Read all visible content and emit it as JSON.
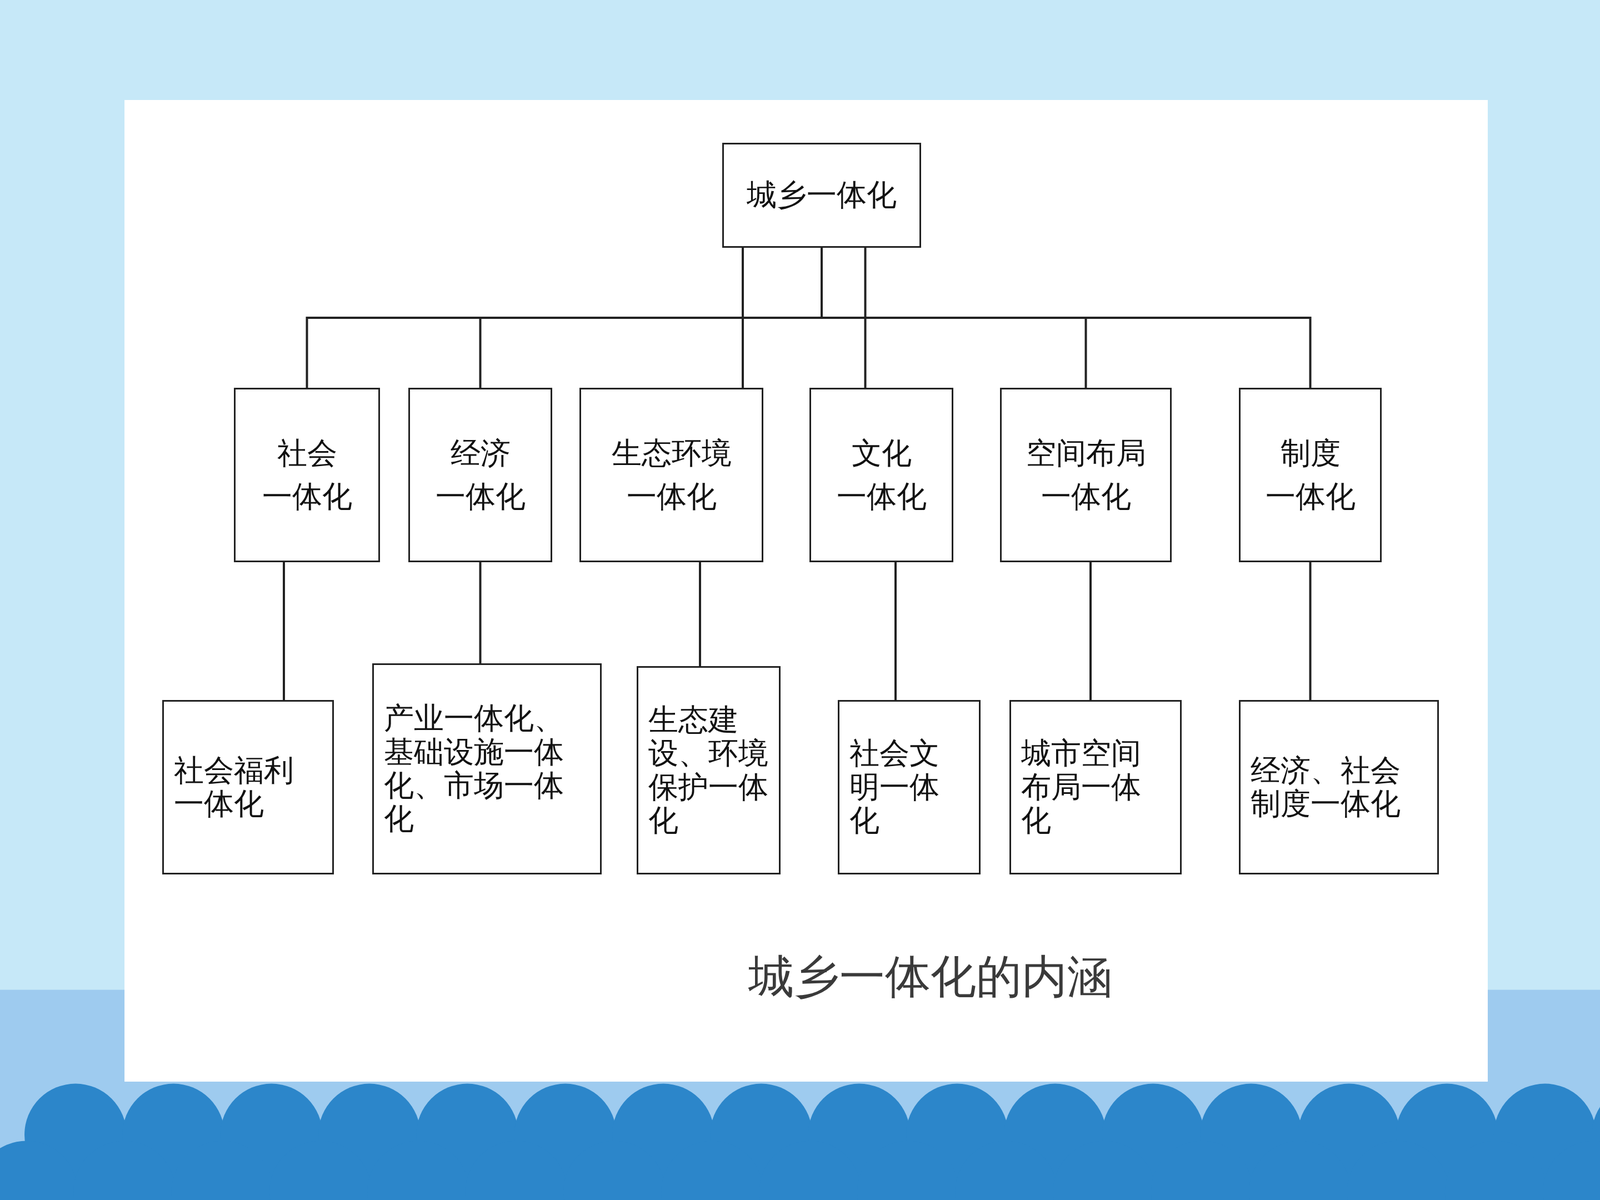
{
  "diagram": {
    "caption": "城乡一体化的内涵",
    "nodes": [
      {
        "text": [
          "城乡一体化"
        ]
      },
      {
        "text": [
          "社会 一体化"
        ]
      },
      {
        "text": [
          "经济 一体化"
        ]
      },
      {
        "text": [
          "生态环境 一体化"
        ]
      },
      {
        "text": [
          "文化 一体化"
        ]
      },
      {
        "text": [
          "空间布局 一体化"
        ]
      },
      {
        "text": [
          "制度 一体化"
        ]
      },
      {
        "text": [
          "社会福利 一体化"
        ]
      },
      {
        "text": [
          "产业一体化、基础设施一体化、市场一体化"
        ]
      },
      {
        "text": [
          "生态建设、环境保护一体化"
        ]
      },
      {
        "text": [
          "社会文明一体化"
        ]
      },
      {
        "text": [
          "城市空间布局一体化"
        ]
      },
      {
        "text": [
          "经济、社会 制度一体化"
        ]
      }
    ],
    "edges": [
      {
        "from": 0,
        "to": 1,
        "arrow": "none"
      },
      {
        "from": 0,
        "to": 2,
        "arrow": "none"
      },
      {
        "from": 0,
        "to": 3,
        "arrow": "none"
      },
      {
        "from": 0,
        "to": 4,
        "arrow": "none"
      },
      {
        "from": 0,
        "to": 5,
        "arrow": "none"
      },
      {
        "from": 0,
        "to": 6,
        "arrow": "none"
      },
      {
        "from": 1,
        "to": 7,
        "arrow": "none"
      },
      {
        "from": 2,
        "to": 8,
        "arrow": "none"
      },
      {
        "from": 3,
        "to": 9,
        "arrow": "none"
      },
      {
        "from": 4,
        "to": 10,
        "arrow": "none"
      },
      {
        "from": 5,
        "to": 11,
        "arrow": "none"
      },
      {
        "from": 6,
        "to": 12,
        "arrow": "none"
      }
    ]
  }
}
